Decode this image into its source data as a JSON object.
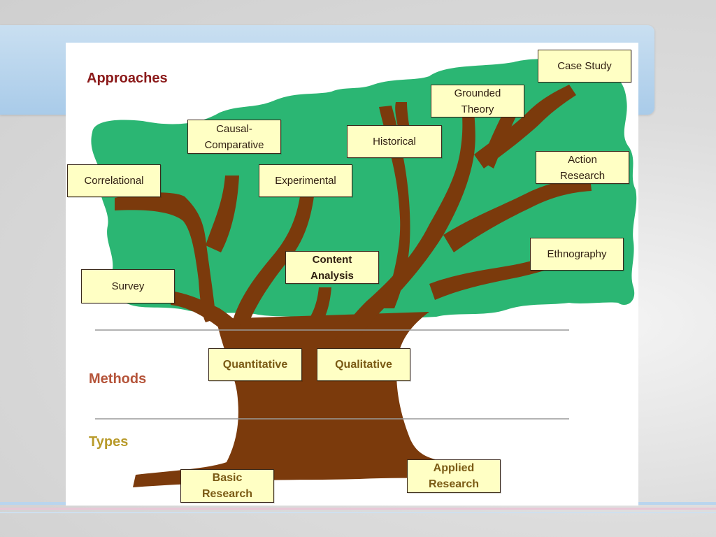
{
  "sections": {
    "approaches": "Approaches",
    "methods": "Methods",
    "types": "Types"
  },
  "labels": {
    "case_study": "Case Study",
    "grounded_theory": "Grounded\nTheory",
    "causal_comparative": "Causal-\nComparative",
    "historical": "Historical",
    "correlational": "Correlational",
    "experimental": "Experimental",
    "action_research": "Action\nResearch",
    "content_analysis": "Content\nAnalysis",
    "ethnography": "Ethnography",
    "survey": "Survey",
    "quantitative": "Quantitative",
    "qualitative": "Qualitative",
    "basic_research": "Basic\nResearch",
    "applied_research": "Applied\nResearch"
  },
  "colors": {
    "foliage": "#2bb673",
    "trunk": "#7b3a0c",
    "label_fill": "#ffffc4",
    "approaches_text": "#8b1a1a",
    "methods_text": "#b5543a",
    "types_text": "#b89a2a",
    "divider": "#9a9a9a"
  }
}
